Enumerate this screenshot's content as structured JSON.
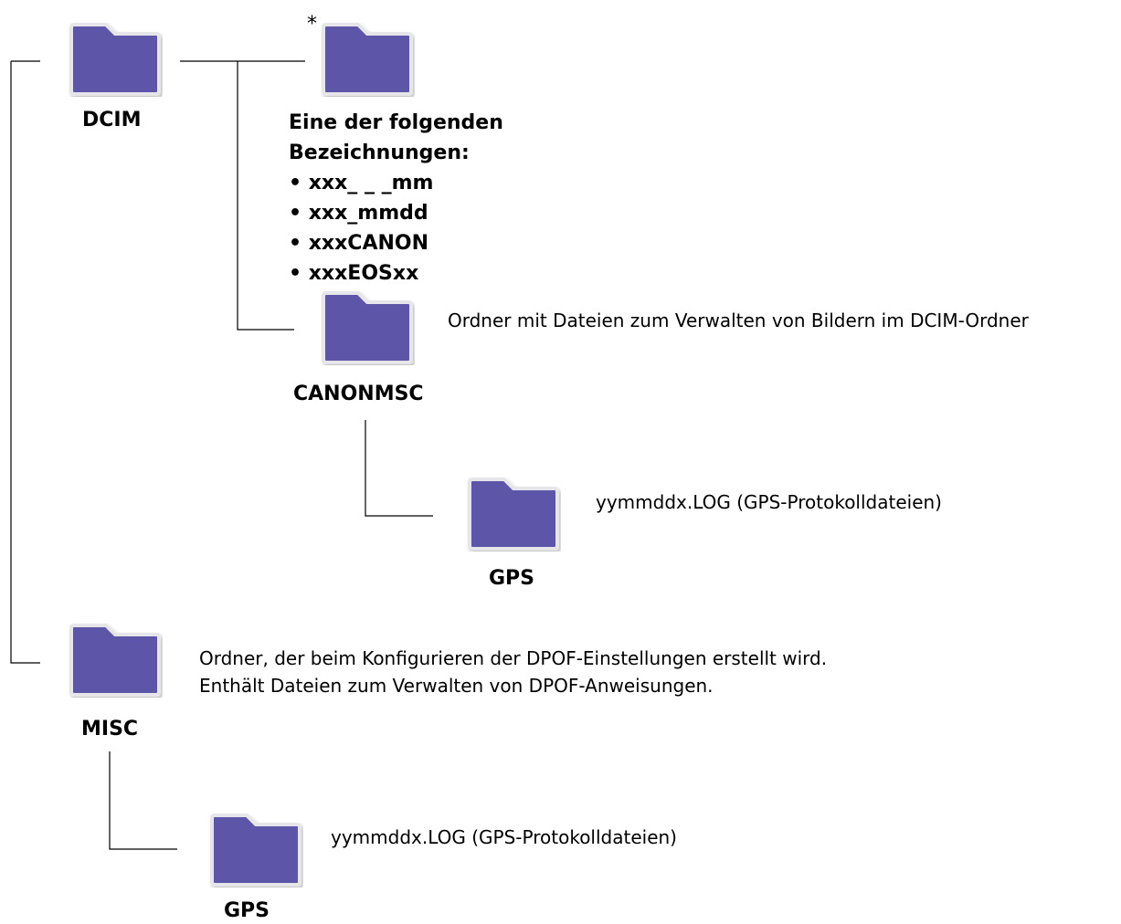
{
  "diagram": {
    "folders": {
      "dcim": {
        "label": "DCIM",
        "icon": "folder-icon"
      },
      "dcim_subfolder": {
        "marker": "*",
        "heading": [
          "Eine der folgenden",
          "Bezeichnungen:"
        ],
        "names": [
          "xxx_ _ _mm",
          "xxx_mmdd",
          "xxxCANON",
          "xxxEOSxx"
        ],
        "icon": "folder-icon"
      },
      "canonmsc": {
        "label": "CANONMSC",
        "description": "Ordner mit Dateien zum Verwalten von Bildern im DCIM-Ordner",
        "icon": "folder-icon"
      },
      "canonmsc_gps": {
        "label": "GPS",
        "description": "yymmddx.LOG (GPS-Protokolldateien)",
        "icon": "folder-icon"
      },
      "misc": {
        "label": "MISC",
        "description": [
          "Ordner, der beim Konfigurieren der DPOF-Einstellungen erstellt wird.",
          "Enthält Dateien zum Verwalten von DPOF-Anweisungen."
        ],
        "icon": "folder-icon"
      },
      "misc_gps": {
        "label": "GPS",
        "description": "yymmddx.LOG (GPS-Protokolldateien)",
        "icon": "folder-icon"
      }
    },
    "colors": {
      "folder_fill": "#5c55a8",
      "folder_edge": "#e6e6ea",
      "line": "#000000"
    }
  }
}
